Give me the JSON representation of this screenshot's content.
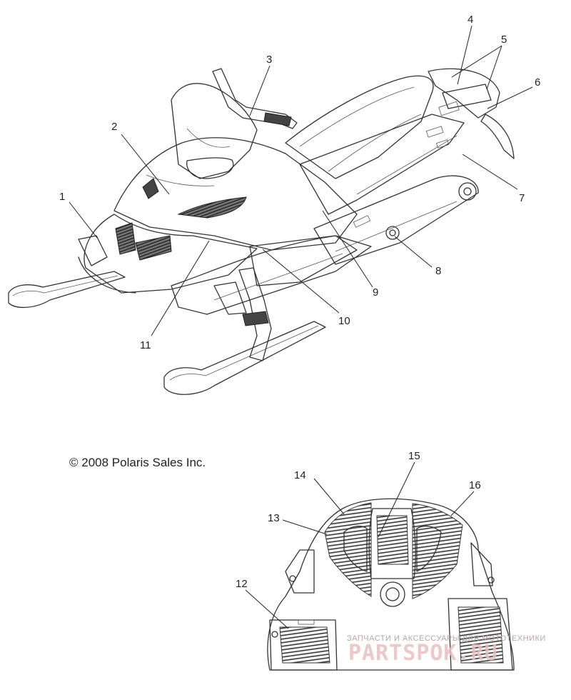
{
  "diagram": {
    "callouts": [
      "1",
      "2",
      "3",
      "4",
      "5",
      "6",
      "7",
      "8",
      "9",
      "10",
      "11",
      "12",
      "13",
      "14",
      "15",
      "16"
    ]
  },
  "copyright": "© 2008 Polaris Sales Inc.",
  "watermark": {
    "subtitle": "ЗАПЧАСТИ И АКСЕССУАРЫ ДЛЯ МОТОТЕХНИКИ",
    "logo_text": "PARTSPOK.RU"
  }
}
